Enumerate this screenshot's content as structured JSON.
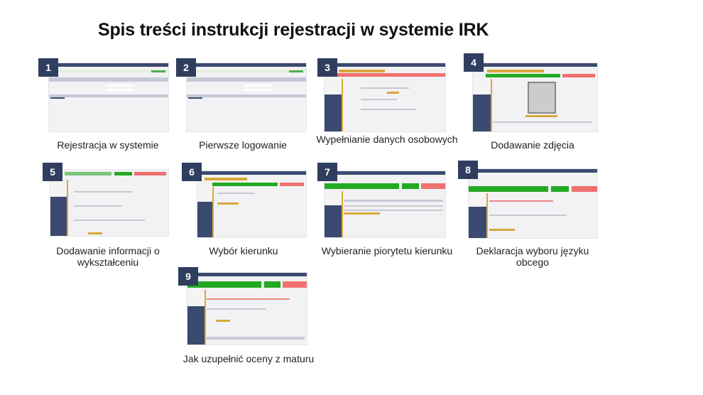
{
  "title": "Spis treści instrukcji rejestracji w systemie IRK",
  "colors": {
    "badge": "#2f3e5e",
    "green": "#22aa22",
    "red": "#f07070",
    "gold": "#d9a83a"
  },
  "items": [
    {
      "number": "1",
      "label": "Rejestracja w systemie"
    },
    {
      "number": "2",
      "label": "Pierwsze logowanie"
    },
    {
      "number": "3",
      "label": "Wypełnianie danych osobowych"
    },
    {
      "number": "4",
      "label": "Dodawanie zdjęcia"
    },
    {
      "number": "5",
      "label": "Dodawanie informacji o wykształceniu"
    },
    {
      "number": "6",
      "label": "Wybór kierunku"
    },
    {
      "number": "7",
      "label": "Wybieranie piorytetu kierunku"
    },
    {
      "number": "8",
      "label": "Deklaracja wyboru języku obcego"
    },
    {
      "number": "9",
      "label": "Jak uzupełnić oceny z maturu"
    }
  ]
}
